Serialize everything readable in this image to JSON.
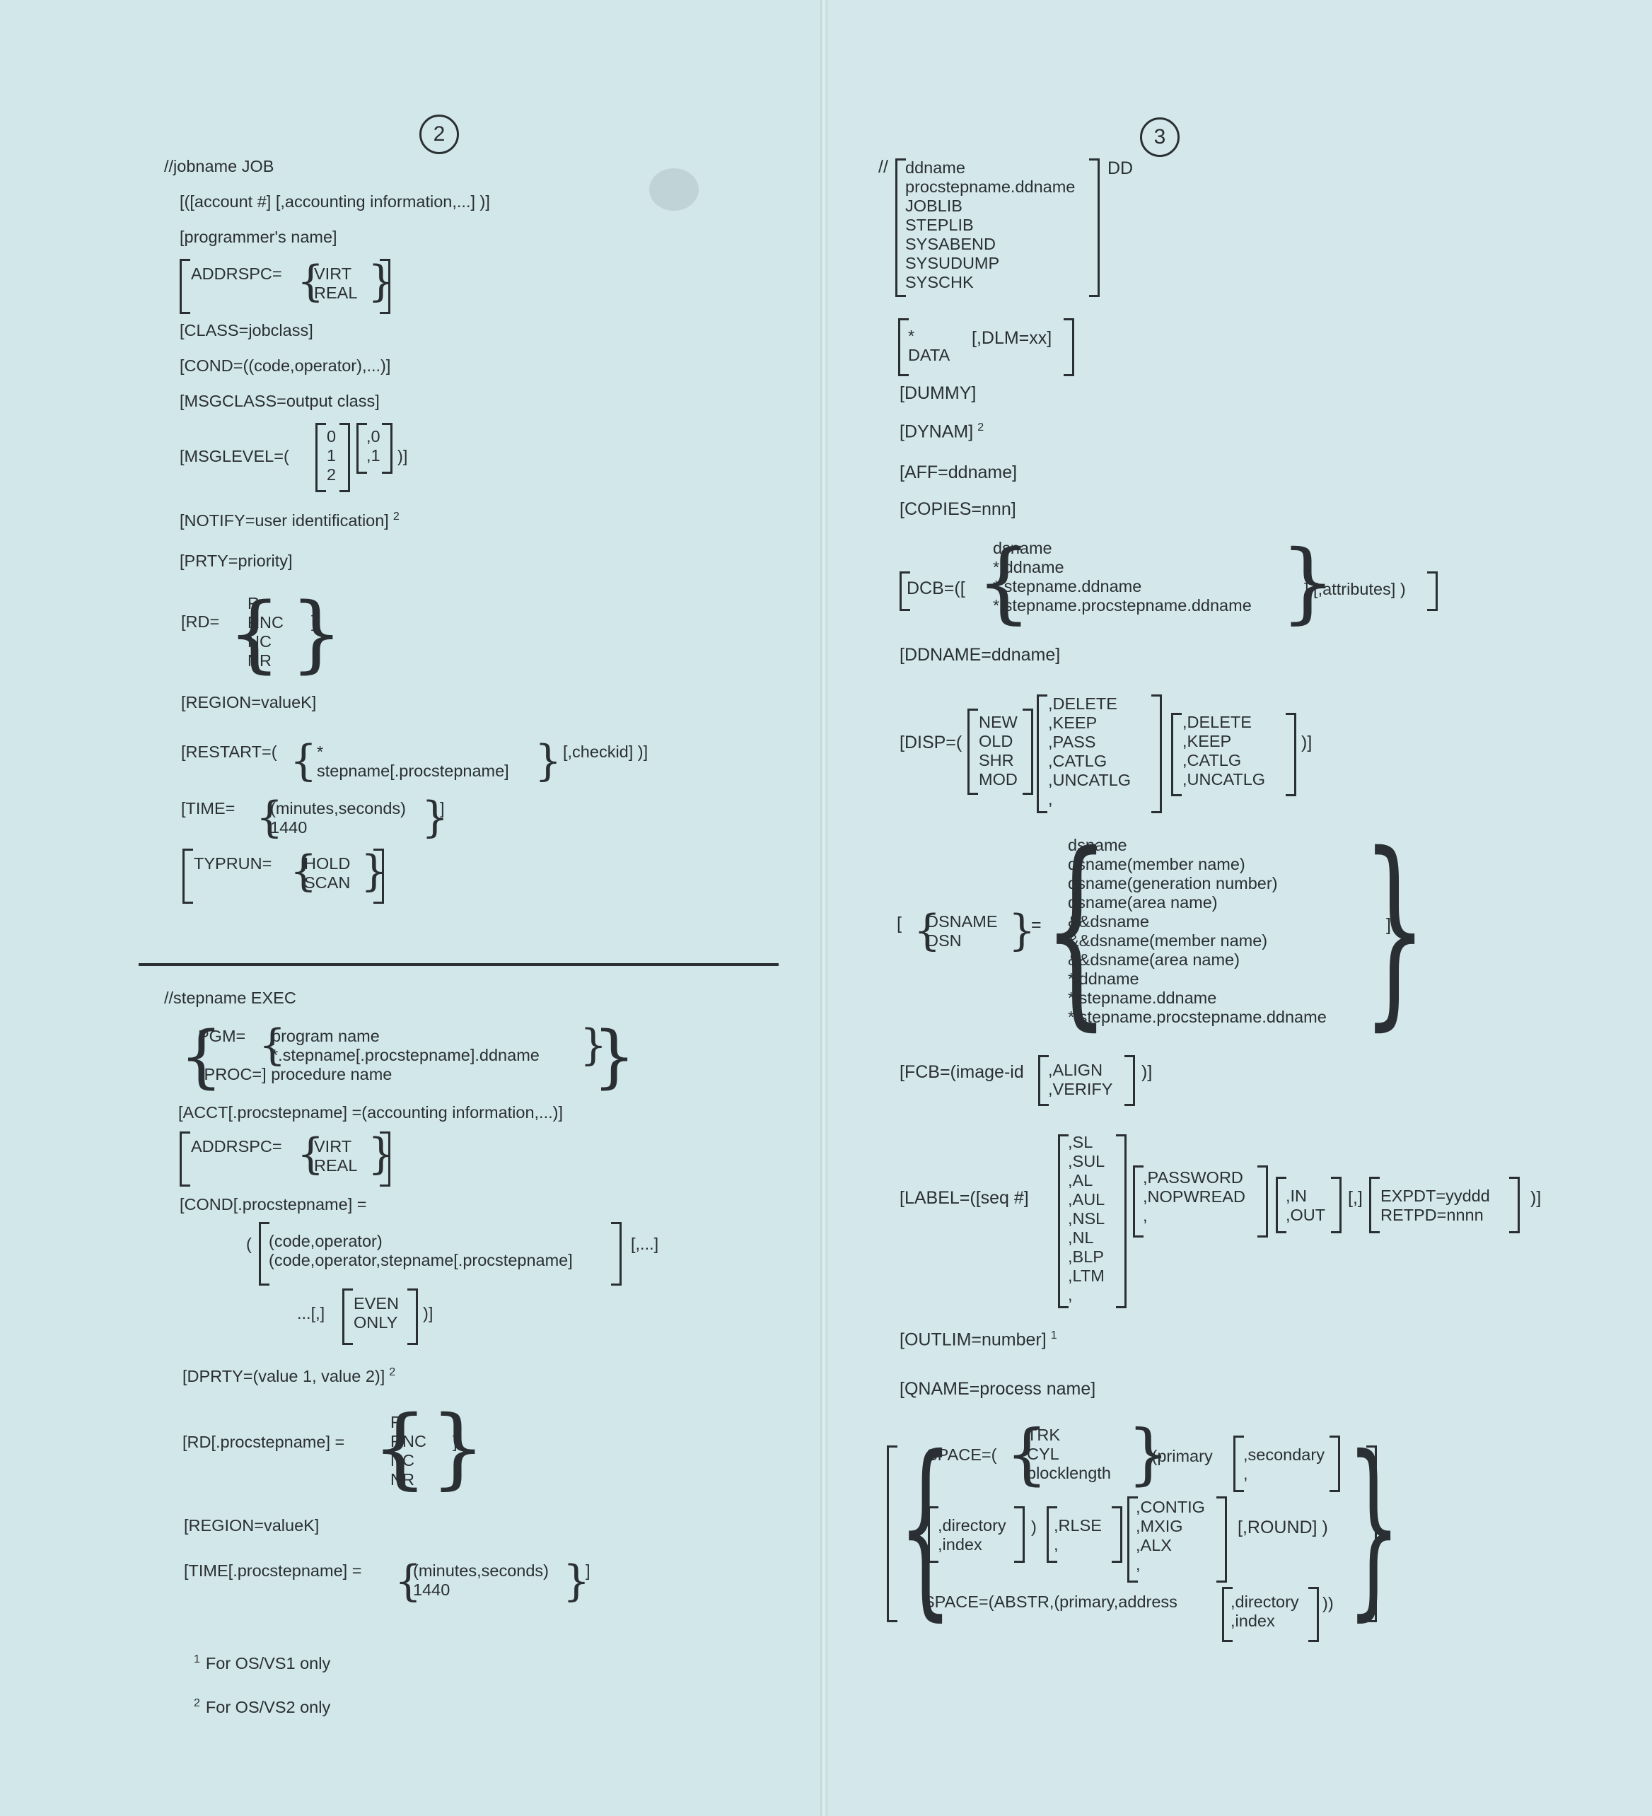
{
  "left_page": {
    "page_number": "2",
    "job": {
      "header": "//jobname JOB",
      "account": "[([account #] [,accounting information,...] )]",
      "programmer": "[programmer's name]",
      "addrspc_label": "ADDRSPC=",
      "addrspc_opts": [
        "VIRT",
        "REAL"
      ],
      "class": "[CLASS=jobclass]",
      "cond": "[COND=((code,operator),...)]",
      "msgclass": "[MSGCLASS=output class]",
      "msglevel_label": "[MSGLEVEL=(",
      "msglevel_opts1": [
        "0",
        "1",
        "2"
      ],
      "msglevel_opts2": [
        ",0",
        ",1"
      ],
      "msglevel_close": ")]",
      "notify": "[NOTIFY=user identification]",
      "notify_note": "2",
      "prty": "[PRTY=priority]",
      "rd_label": "[RD=",
      "rd_opts": [
        "R",
        "RNC",
        "NC",
        "NR"
      ],
      "rd_close": "]",
      "region": "[REGION=valueK]",
      "restart_label": "[RESTART=(",
      "restart_opts": [
        "*",
        "stepname[.procstepname]"
      ],
      "restart_tail": "[,checkid] )]",
      "time_label": "[TIME=",
      "time_opts": [
        "(minutes,seconds)",
        "1440"
      ],
      "time_close": "]",
      "typrun_label": "TYPRUN=",
      "typrun_opts": [
        "HOLD",
        "SCAN"
      ]
    },
    "exec": {
      "header": "//stepname EXEC",
      "pgm_label": "PGM=",
      "pgm_opts": [
        "program name",
        "*.stepname[.procstepname].ddname"
      ],
      "proc_label": "[PROC=] procedure name",
      "acct": "[ACCT[.procstepname] =(accounting information,...)]",
      "addrspc_label": "ADDRSPC=",
      "addrspc_opts": [
        "VIRT",
        "REAL"
      ],
      "cond_label": "[COND[.procstepname] =",
      "cond_open": "(",
      "cond_opts": [
        "(code,operator)",
        "(code,operator,stepname[.procstepname]"
      ],
      "cond_tail": "[,...]",
      "even_lead": "...[,]",
      "even_opts": [
        "EVEN",
        "ONLY"
      ],
      "even_close": ")]",
      "dprty": "[DPRTY=(value 1, value 2)]",
      "dprty_note": "2",
      "rd_label": "[RD[.procstepname] =",
      "rd_opts": [
        "R",
        "RNC",
        "NC",
        "NR"
      ],
      "rd_close": "]",
      "region": "[REGION=valueK]",
      "time_label": "[TIME[.procstepname] =",
      "time_opts": [
        "(minutes,seconds)",
        "1440"
      ],
      "time_close": "]"
    },
    "footnotes": [
      {
        "mark": "1",
        "text": "For OS/VS1 only"
      },
      {
        "mark": "2",
        "text": "For OS/VS2 only"
      }
    ]
  },
  "right_page": {
    "page_number": "3",
    "dd": {
      "slashes": "//",
      "names": [
        "ddname",
        "procstepname.ddname",
        "JOBLIB",
        "STEPLIB",
        "SYSABEND",
        "SYSUDUMP",
        "SYSCHK"
      ],
      "dd_word": "DD",
      "data_opts": [
        "*",
        "DATA"
      ],
      "dlm": "[,DLM=xx]",
      "dummy": "[DUMMY]",
      "dynam": "[DYNAM]",
      "dynam_note": "2",
      "aff": "[AFF=ddname]",
      "copies": "[COPIES=nnn]",
      "dcb_label": "DCB=([",
      "dcb_opts": [
        "dsname",
        "*.ddname",
        "*.stepname.ddname",
        "*.stepname.procstepname.ddname"
      ],
      "dcb_tail": "] [,attributes] )",
      "ddname": "[DDNAME=ddname]",
      "disp_label": "[DISP=(",
      "disp_opts1": [
        "NEW",
        "OLD",
        "SHR",
        "MOD"
      ],
      "disp_opts2": [
        ",DELETE",
        ",KEEP",
        ",PASS",
        ",CATLG",
        ",UNCATLG",
        ","
      ],
      "disp_opts3": [
        ",DELETE",
        ",KEEP",
        ",CATLG",
        ",UNCATLG"
      ],
      "disp_close": ")]",
      "dsname_open": "[",
      "dsname_keys": [
        "DSNAME",
        "DSN"
      ],
      "dsname_eq": "=",
      "dsname_opts": [
        "dsname",
        "dsname(member name)",
        "dsname(generation number)",
        "dsname(area name)",
        "&&dsname",
        "&&dsname(member name)",
        "&&dsname(area name)",
        "*.ddname",
        "*.stepname.ddname",
        "*.stepname.procstepname.ddname"
      ],
      "dsname_close": "]",
      "fcb_label": "[FCB=(image-id",
      "fcb_opts": [
        ",ALIGN",
        ",VERIFY"
      ],
      "fcb_close": ")]",
      "label_label": "[LABEL=([seq #]",
      "label_opts1": [
        ",SL",
        ",SUL",
        ",AL",
        ",AUL",
        ",NSL",
        ",NL",
        ",BLP",
        ",LTM",
        ","
      ],
      "label_opts2": [
        ",PASSWORD",
        ",NOPWREAD",
        ","
      ],
      "label_opts3": [
        ",IN",
        ",OUT"
      ],
      "label_sep": "[,]",
      "label_opts4": [
        "EXPDT=yyddd",
        "RETPD=nnnn"
      ],
      "label_close": ")]",
      "outlim": "[OUTLIM=number]",
      "outlim_note": "1",
      "qname": "[QNAME=process name]",
      "space_label": "SPACE=(",
      "space_units": [
        "TRK",
        "CYL",
        "blocklength"
      ],
      "space_primary": ",(primary",
      "space_secondary": [
        ",secondary",
        ","
      ],
      "space_dir": [
        ",directory",
        ",index"
      ],
      "space_paren": ")",
      "space_rlse": [
        ",RLSE",
        ","
      ],
      "space_contig": [
        ",CONTIG",
        ",MXIG",
        ",ALX",
        ","
      ],
      "space_round": "[,ROUND] )",
      "abstr_label": "SPACE=(ABSTR,(primary,address",
      "abstr_dir": [
        ",directory",
        ",index"
      ],
      "abstr_close": "))"
    }
  }
}
